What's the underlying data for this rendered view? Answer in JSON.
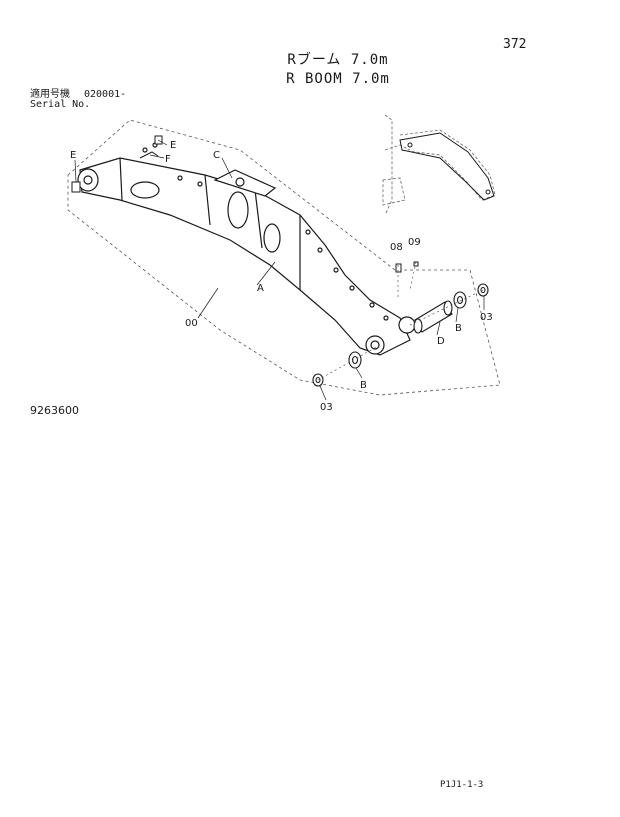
{
  "header": {
    "page_number": "372",
    "title_jp": "Rブーム 7.0m",
    "title_en": "R BOOM 7.0m"
  },
  "serial": {
    "label_jp": "適用号機",
    "value": "020001-",
    "label_en": "Serial No."
  },
  "diagram": {
    "labels": {
      "a": "A",
      "b1": "B",
      "b2": "B",
      "c": "C",
      "d": "D",
      "e1": "E",
      "e2": "E",
      "f": "F",
      "p00": "00",
      "p03a": "03",
      "p03b": "03",
      "p08": "08",
      "p09": "09"
    }
  },
  "reference_number": "9263600",
  "footer_code": "P1J1-1-3"
}
